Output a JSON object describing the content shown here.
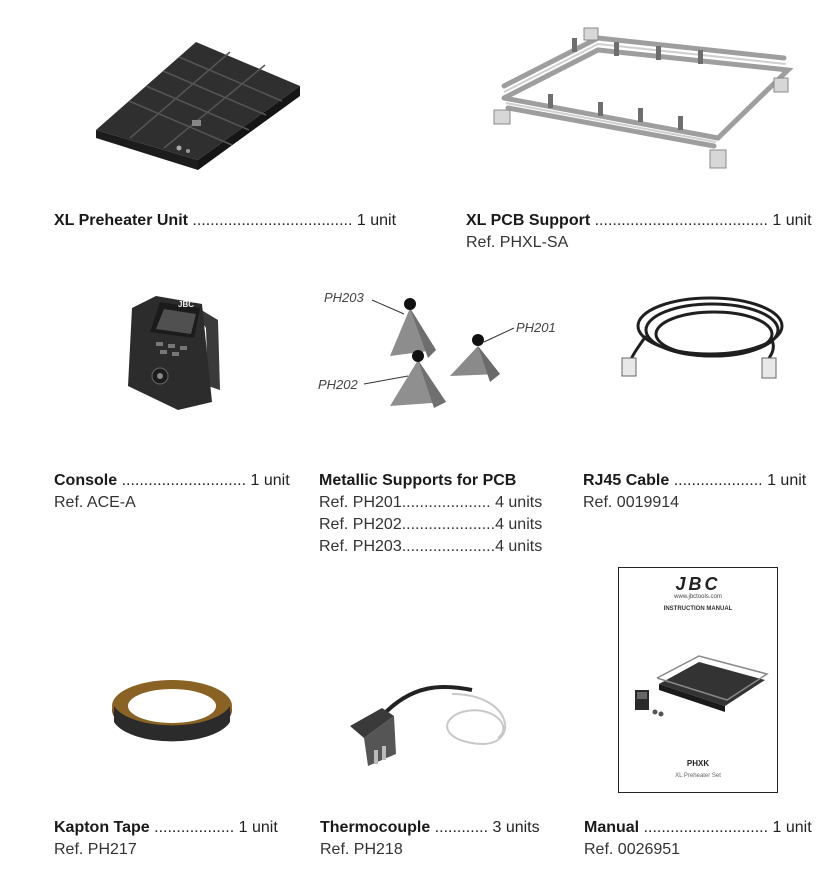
{
  "items": [
    {
      "name": "XL Preheater Unit",
      "dots": " ....................................",
      "qty": " 1 unit",
      "ref": ""
    },
    {
      "name": "XL PCB Support",
      "dots": " .......................................",
      "qty": " 1 unit",
      "ref": "Ref. PHXL-SA"
    },
    {
      "name": "Console",
      "dots": " ............................",
      "qty": " 1 unit",
      "ref": "Ref. ACE-A"
    },
    {
      "name": "Metallic Supports for PCB",
      "dots": "",
      "qty": "",
      "refs": [
        "Ref. PH201.................... 4 units",
        "Ref. PH202.....................4 units",
        "Ref. PH203.....................4 units"
      ]
    },
    {
      "name": "RJ45 Cable",
      "dots": " ....................",
      "qty": " 1 unit",
      "ref": "Ref. 0019914"
    },
    {
      "name": "Kapton Tape",
      "dots": " ..................",
      "qty": " 1 unit",
      "ref": "Ref. PH217"
    },
    {
      "name": "Thermocouple",
      "dots": " ............",
      "qty": " 3 units",
      "ref": "Ref. PH218"
    },
    {
      "name": "Manual",
      "dots": " ............................",
      "qty": " 1 unit",
      "ref": "Ref. 0026951"
    }
  ],
  "callouts": {
    "ph203": "PH203",
    "ph201": "PH201",
    "ph202": "PH202"
  },
  "console_logo": "JBC",
  "manual_cover": {
    "logo": "JBC",
    "url": "www.jbctools.com",
    "heading": "INSTRUCTION MANUAL",
    "model": "PHXK",
    "subtitle": "XL Preheater Set"
  },
  "colors": {
    "text": "#222222",
    "metal": "#b9b9b9",
    "dark_unit": "#2e2e2e"
  }
}
